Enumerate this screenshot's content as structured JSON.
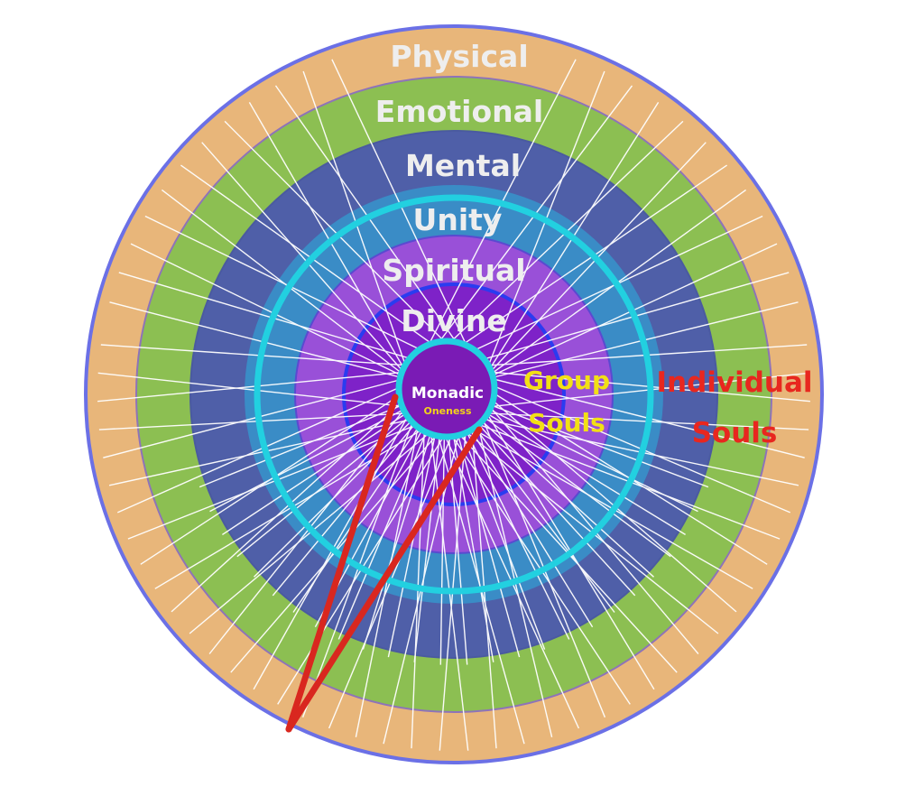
{
  "diagram": {
    "rings": [
      {
        "label": "Physical",
        "color": "#e8b67a"
      },
      {
        "label": "Emotional",
        "color": "#8cbf52"
      },
      {
        "label": "Mental",
        "color": "#4f5fa8"
      },
      {
        "label": "Unity",
        "color": "#3a8cc6"
      },
      {
        "label": "Spiritual",
        "color": "#9950d8"
      },
      {
        "label": "Divine",
        "color": "#7e22c8"
      }
    ],
    "core": {
      "label": "Monadic",
      "sublabel": "Oneness",
      "color": "#7a1bb5"
    },
    "group_souls": {
      "line1": "Group",
      "line2": "Souls"
    },
    "individual_souls": {
      "line1": "Individual",
      "line2": "Souls"
    },
    "colors": {
      "outline": "#6b70e6",
      "unity_ring": "#22d0e0",
      "connection_lines": "#ffffff",
      "highlight_lines": "#d9271f"
    }
  }
}
